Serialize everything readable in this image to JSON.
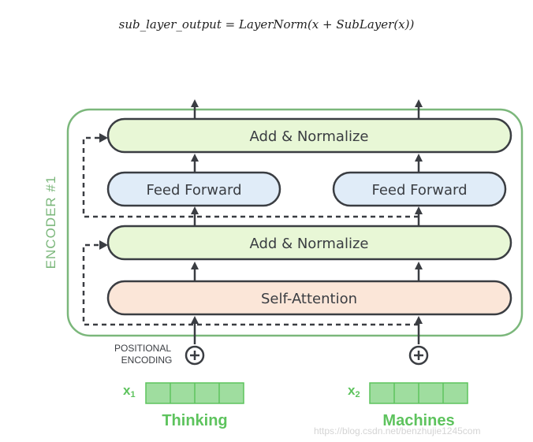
{
  "formula": "sub_layer_output = LayerNorm(x + SubLayer(x))",
  "encoder_label": "ENCODER #1",
  "blocks": {
    "add_norm_top": "Add & Normalize",
    "feed_forward_left": "Feed Forward",
    "feed_forward_right": "Feed Forward",
    "add_norm_bottom": "Add & Normalize",
    "self_attention": "Self-Attention"
  },
  "positional_encoding": {
    "line1": "POSITIONAL",
    "line2": "ENCODING",
    "symbol": "⊕"
  },
  "inputs": [
    {
      "symbol": "x",
      "subscript": "1",
      "word": "Thinking"
    },
    {
      "symbol": "x",
      "subscript": "2",
      "word": "Machines"
    }
  ],
  "watermark": "https://blog.csdn.net/benzhujie1245com",
  "colors": {
    "encoder_border": "#7bb77b",
    "green_block": "#e8f7d6",
    "blue_block": "#e0ecf8",
    "peach_block": "#fbe6d8",
    "green_text": "#5dc35d",
    "dark": "#3a3d42"
  }
}
